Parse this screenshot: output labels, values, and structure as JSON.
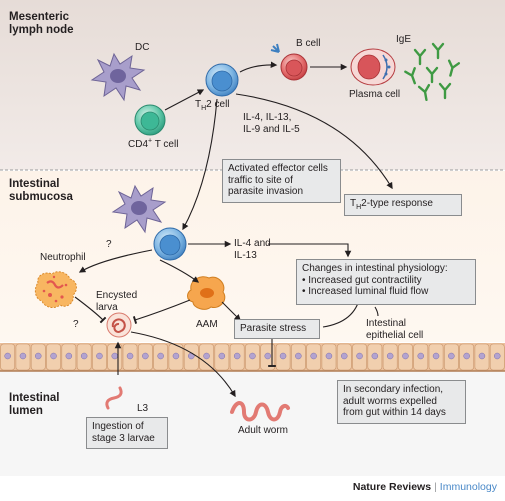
{
  "regions": {
    "mesenteric": [
      "Mesenteric",
      "lymph node"
    ],
    "submucosa": [
      "Intestinal",
      "submucosa"
    ],
    "lumen": [
      "Intestinal",
      "lumen"
    ]
  },
  "cells": {
    "dc": "DC",
    "cd4": "CD4",
    "cd4_sup": "+",
    "cd4_suffix": " T cell",
    "th2_t": "T",
    "th2_sub": "H",
    "th2_rest": "2 cell",
    "b_cell": "B cell",
    "ige": "IgE",
    "plasma_cell": "Plasma cell",
    "neutrophil": "Neutrophil",
    "encysted_larva": [
      "Encysted",
      "larva"
    ],
    "aam": "AAM",
    "l3": "L3",
    "adult_worm": "Adult worm",
    "epithelial": [
      "Intestinal",
      "epithelial cell"
    ]
  },
  "cytokines": {
    "th2_cytokines": [
      "IL-4, IL-13,",
      "IL-9 and IL-5"
    ],
    "effector_cytokines": [
      "IL-4 and",
      "IL-13"
    ]
  },
  "question_marks": [
    "?",
    "?"
  ],
  "boxes": {
    "traffic": [
      "Activated effector cells",
      "traffic to site of",
      "parasite invasion"
    ],
    "th2_response_t": "T",
    "th2_response_sub": "H",
    "th2_response_rest": "2-type response",
    "physiology": [
      "Changes in intestinal physiology:",
      "• Increased gut contractility",
      "• Increased luminal fluid flow"
    ],
    "parasite_stress": "Parasite stress",
    "secondary": [
      "In secondary infection,",
      "adult worms expelled",
      "from gut within 14 days"
    ],
    "ingestion": [
      "Ingestion of",
      "stage 3 larvae"
    ]
  },
  "footer": {
    "journal": "Nature Reviews",
    "separator": "|",
    "section": "Immunology"
  },
  "colors": {
    "lymph_bg": "#ede3df",
    "submucosa_bg": "#fff5eb",
    "epithelium": "#ebc09c",
    "lumen_bg": "#f7f7f7",
    "t_cell": "#5b9ad5",
    "cd4_cell": "#3fb89a",
    "dc": "#9d93c4",
    "b_cell": "#e0585c",
    "plasma": "#e0585c",
    "antibody": "#43a047",
    "worm": "#e57771",
    "neutrophil": "#f5a64f",
    "aam": "#f4a24d"
  }
}
